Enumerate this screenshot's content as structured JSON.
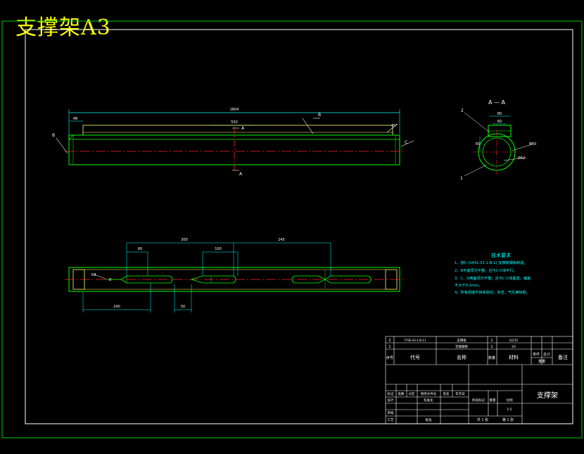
{
  "title": "支撑架A3",
  "colors": {
    "frame": "#00cc00",
    "inner_frame": "#ffffff",
    "part": "#00ff00",
    "hidden": "#ffff66",
    "dimension": "#00ffff",
    "center_line": "#ff2222",
    "note_text": "#00ffff",
    "title_text": "#ffff00"
  },
  "front_view": {
    "overall_dim": "1804",
    "dim_left": "48",
    "mid_dim": "550",
    "section_mark_top": "A",
    "section_mark_bottom": "A",
    "end_label_left": "B",
    "end_label_right": "C",
    "leader_label": "B",
    "angle_label": "45°"
  },
  "section_view": {
    "label": "A — A",
    "dim_top": "80",
    "dim_inner": "60",
    "dim_height": "60",
    "dim_diameter": "Φ60",
    "dim_small": "Φ52",
    "leader_2": "2",
    "leader_1": "1"
  },
  "top_view": {
    "dim_300": "300",
    "dim_60": "60",
    "dim_100": "100",
    "dim_245": "245",
    "dim_R8": "R8",
    "dim_8": "8",
    "dim_240": "240",
    "dim_50": "50"
  },
  "notes": {
    "heading": "技术要求",
    "lines": [
      "1、按C (V441-01-1-B-1) 支撑架钢板制造。",
      "2、B平面须光平整，且与C-C线平行。",
      "3、C、D两面须光平整，且与C-C线垂直，偏差",
      "   不大于0.2mm。",
      "4、所有焊缝不得有裂纹、夹渣、气孔等缺陷。"
    ]
  },
  "parts_list": {
    "rows": [
      {
        "no": "2",
        "code": "TYSE-03-1-B-11",
        "name": "支撑板",
        "qty": "1",
        "material": "Q235"
      },
      {
        "no": "1",
        "code": "",
        "name": "无缝钢管",
        "qty": "1",
        "material": "20"
      }
    ],
    "header": {
      "no": "序号",
      "code": "代号",
      "name": "名称",
      "qty": "数量",
      "material": "材料",
      "unit_weight": "单件",
      "total_weight": "总计",
      "weight": "重量",
      "remarks": "备注"
    }
  },
  "title_block": {
    "part_name": "支撑架",
    "rev_headers": [
      "标记",
      "处数",
      "分区",
      "更改文件号",
      "签名",
      "年月日"
    ],
    "left_labels": [
      "设计",
      "审核",
      "工艺"
    ],
    "standardize": "标准化",
    "approve": "批准",
    "stage_headers": [
      "阶段标记",
      "重量",
      "比例"
    ],
    "scale": "1:5",
    "sheets": "共 1 张",
    "sheet_no": "第 1 张"
  }
}
